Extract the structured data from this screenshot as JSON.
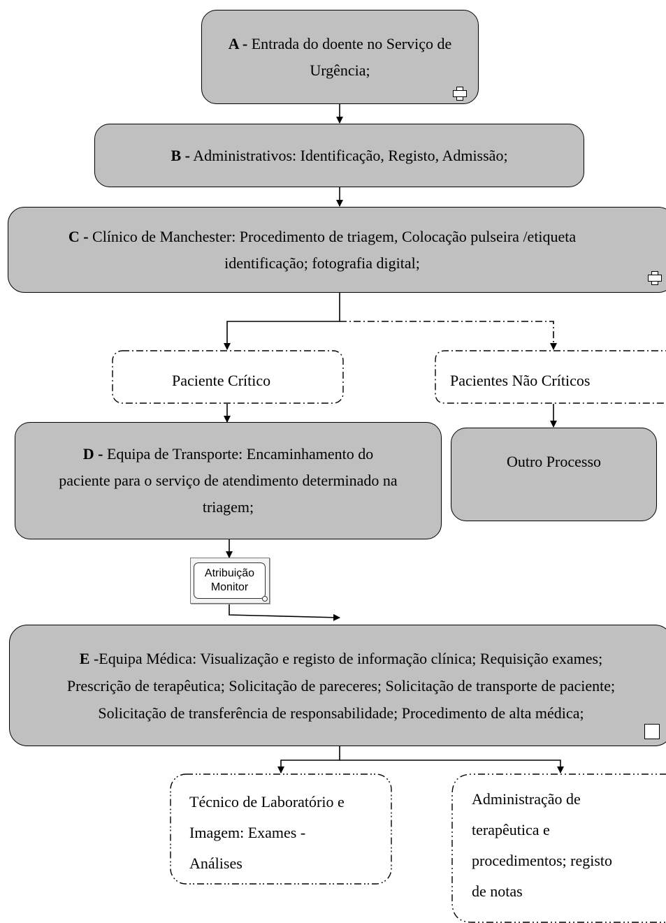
{
  "box_a": {
    "label": "A -",
    "text": "Entrada do doente no Serviço de Urgência;"
  },
  "box_b": {
    "label": "B -",
    "text": "Administrativos: Identificação, Registo, Admissão;"
  },
  "box_c": {
    "label": "C -",
    "text_line1": "Clínico de Manchester: Procedimento de triagem, Colocação pulseira /etiqueta",
    "text_line2": "identificação; fotografia digital;"
  },
  "critical": {
    "text": "Paciente Crítico"
  },
  "non_critical": {
    "text": "Pacientes Não Críticos"
  },
  "box_d": {
    "label": "D -",
    "text_line1": "Equipa de Transporte: Encaminhamento do",
    "text_line2": "paciente para o serviço de atendimento determinado na",
    "text_line3": "triagem;"
  },
  "other_process": {
    "text": "Outro Processo"
  },
  "monitor_task": {
    "line1": "Atribuição",
    "line2": "Monitor"
  },
  "box_e": {
    "label": "E",
    "text_line1": "-Equipa Médica: Visualização e registo de informação clínica; Requisição exames;",
    "text_line2": "Prescrição de terapêutica; Solicitação de pareceres; Solicitação de transporte de paciente;",
    "text_line3": "Solicitação de transferência de responsabilidade; Procedimento de alta médica;"
  },
  "lab": {
    "line1": "Técnico de Laboratório e",
    "line2": "Imagem: Exames -",
    "line3": "Análises"
  },
  "therapy": {
    "line1": "Administração de",
    "line2": "terapêutica e",
    "line3": "procedimentos; registo",
    "line4": "de notas"
  },
  "icons": [
    "subprocess-plus-icon",
    "subprocess-plus-icon",
    "task-square-icon",
    "monitor-task-icon"
  ],
  "colors": {
    "box_fill": "#c0c0c0",
    "stroke": "#000000",
    "background": "#ffffff"
  }
}
